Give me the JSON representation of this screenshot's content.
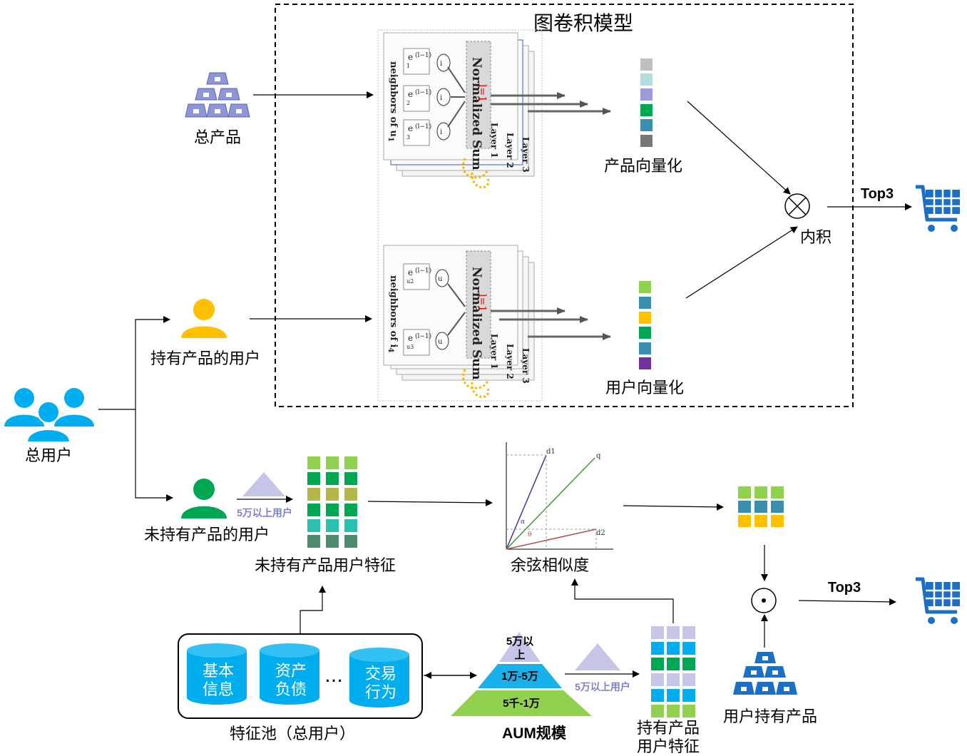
{
  "title": "图卷积模型",
  "labels": {
    "total_products": "总产品",
    "total_users": "总用户",
    "holding_users": "持有产品的用户",
    "nonholding_users": "未持有产品的用户",
    "product_vector": "产品向量化",
    "user_vector": "用户向量化",
    "inner_product": "内积",
    "top3_a": "Top3",
    "top3_b": "Top3",
    "nonholding_features": "未持有产品用户特征",
    "cosine_similarity": "余弦相似度",
    "feature_pool": "特征池（总用户）",
    "aum_scale": "AUM规模",
    "holding_features_1": "持有产品",
    "holding_features_2": "用户特征",
    "user_holding_products": "用户持有产品",
    "filter_a": "5万以上用户",
    "filter_b": "5万以上用户"
  },
  "feature_pool": {
    "items": [
      {
        "line1": "基本",
        "line2": "信息"
      },
      {
        "line1": "资产",
        "line2": "负债"
      },
      {
        "line1": "交易",
        "line2": "行为"
      }
    ],
    "ellipsis": "…"
  },
  "aum_tiers": [
    {
      "label": "5万以",
      "label2": "上",
      "color": "#c5c5e8"
    },
    {
      "label": "1万-5万",
      "color": "#1ab0ea"
    },
    {
      "label": "5千-1万",
      "color": "#92d050"
    }
  ],
  "gcn_panels": {
    "top": {
      "neighbors": "neighbors of u",
      "neighbors_sub": "1",
      "nodes": [
        "i1",
        "i2",
        "i3"
      ],
      "embeds": [
        "e",
        "e",
        "e"
      ],
      "sum": "Normalized Sum",
      "layers": [
        "Layer 1",
        "Layer 2",
        "Layer 3"
      ]
    },
    "bottom": {
      "neighbors": "neighbors of i",
      "neighbors_sub": "4",
      "nodes": [
        "u2",
        "u3"
      ],
      "embeds": [
        "e",
        "e"
      ],
      "sum": "Normalized Sum",
      "layers": [
        "Layer 1",
        "Layer 2",
        "Layer 3"
      ]
    }
  },
  "cosine_plot": {
    "vectors": [
      "d1",
      "q",
      "d2"
    ],
    "angles": [
      "α",
      "θ"
    ]
  },
  "colors": {
    "accent_blue": "#1ab0ea",
    "green": "#00a651",
    "yellow": "#ffc000",
    "product_icon": "#8e96d6",
    "cart_blue": "#1b6fc4",
    "holding_icon_blue": "#1b6fc4"
  }
}
